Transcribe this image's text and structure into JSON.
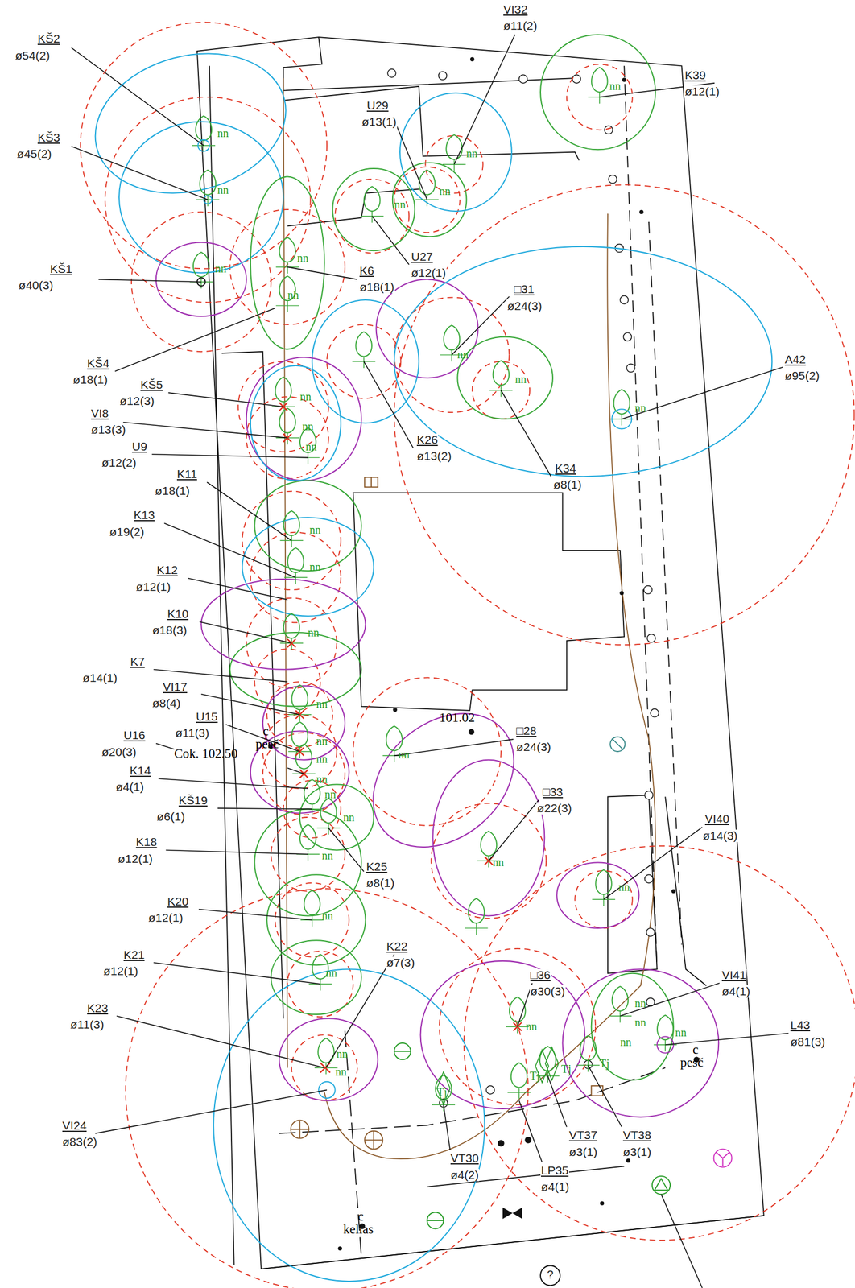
{
  "diagram": {
    "labels": [
      "KŠ2",
      "ø54(2)",
      "VI32",
      "ø11(2)",
      "K39",
      "ø12(1)",
      "U29",
      "ø13(1)",
      "KŠ3",
      "ø45(2)",
      "KŠ1",
      "ø40(3)",
      "U27",
      "ø12(1)",
      "K6",
      "ø18(1)",
      "□31",
      "ø24(3)",
      "A42",
      "ø95(2)",
      "KŠ4",
      "ø18(1)",
      "KŠ5",
      "ø12(3)",
      "VI8",
      "ø13(3)",
      "U9",
      "ø12(2)",
      "K26",
      "ø13(2)",
      "K34",
      "ø8(1)",
      "K11",
      "ø18(1)",
      "K13",
      "ø19(2)",
      "K12",
      "ø12(1)",
      "K10",
      "ø18(3)",
      "K7",
      "ø14(1)",
      "VI17",
      "ø8(4)",
      "U15",
      "ø11(3)",
      "U16",
      "ø20(3)",
      "Cok. 102.50",
      "c",
      "pesč",
      "101.02",
      "□28",
      "ø24(3)",
      "K14",
      "ø4(1)",
      "KŠ19",
      "ø6(1)",
      "□33",
      "ø22(3)",
      "VI40",
      "ø14(3)",
      "K18",
      "ø12(1)",
      "K25",
      "ø8(1)",
      "K20",
      "ø12(1)",
      "K22",
      "ø7(3)",
      "K21",
      "ø12(1)",
      "□36",
      "ø30(3)",
      "VI41",
      "ø4(1)",
      "K23",
      "ø11(3)",
      "L43",
      "ø81(3)",
      "c",
      "pesč",
      "VI24",
      "ø83(2)",
      "VT30",
      "ø4(2)",
      "VT37",
      "ø3(1)",
      "VT38",
      "ø3(1)",
      "LP35",
      "ø4(1)",
      "c",
      "kelias",
      "?",
      "nn",
      "nn",
      "nn",
      "nn",
      "nn",
      "nn",
      "nn",
      "nn",
      "nn",
      "nn",
      "nn",
      "nn",
      "nn",
      "nn",
      "nn",
      "nn",
      "nn",
      "nn",
      "nn",
      "nn",
      "nn",
      "nn",
      "nn",
      "nn",
      "nn",
      "nn",
      "nn",
      "nn",
      "nn",
      "nn",
      "nn",
      "nn",
      "nn",
      "nn",
      "nn",
      "nn",
      "nh",
      "Tj",
      "Tj",
      "Tj",
      "Tj"
    ]
  }
}
